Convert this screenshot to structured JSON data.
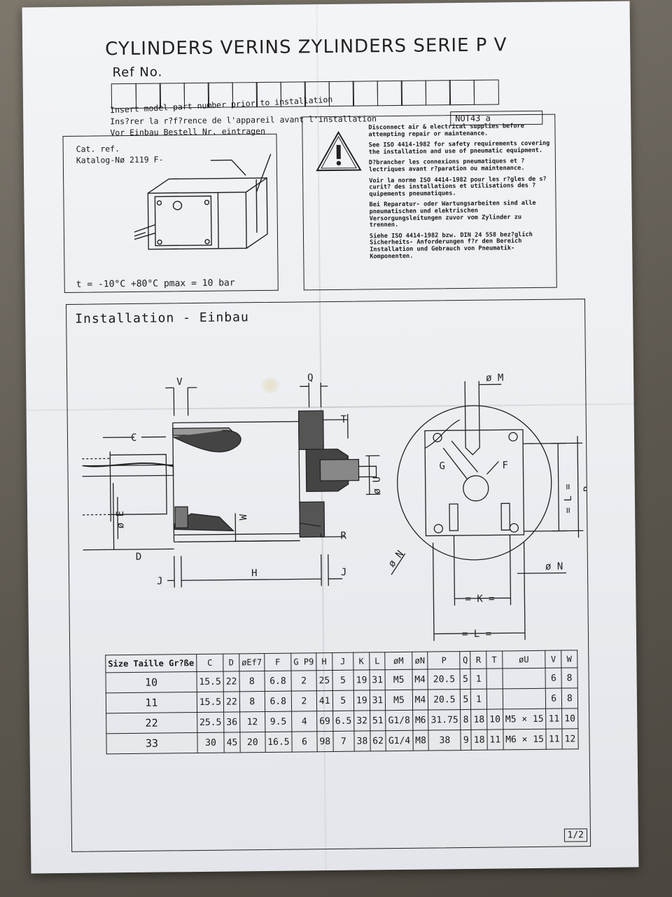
{
  "header": {
    "title": "CYLINDERS VERINS ZYLINDERS SERIE P V",
    "ref_no_label": "Ref No.",
    "ref_box_count": 16,
    "insert_lines": [
      "Insert model part number prior to installation",
      "Ins?rer la r?f?rence de l'appareil avant l'installation",
      "Vor Einbau Bestell Nr. eintragen"
    ],
    "doc_code": "NOT43 a"
  },
  "catalog": {
    "cat_ref": "Cat. ref.",
    "katalog": "Katalog-Nø 2119 F-",
    "conditions": "t = -10°C +80°C   pmax = 10 bar"
  },
  "warning": {
    "paragraphs": [
      "Disconnect air & electrical supplies before attempting repair or maintenance.",
      "See ISO 4414-1982 for safety requirements covering the installation and use of pneumatic equipment.",
      "D?brancher les connexions pneumatiques et ?lectriques avant r?paration ou maintenance.",
      "Voir la norme ISO 4414-1982 pour les r?gles de s?curit? des installations et utilisations des ?quipements pneumatiques.",
      "Bei Reparatur- oder Wartungsarbeiten sind alle pneumatischen und elektrischen Versorgungsleitungen zuvor vom Zylinder zu trennen.",
      "Siehe ISO 4414-1982 bzw. DIN 24 558 bez?glich Sicherheits- Anforderungen f?r den Bereich Installation und Gebrauch von Pneumatik-Komponenten."
    ]
  },
  "installation": {
    "title": "Installation - Einbau",
    "dim_labels": {
      "V": "V",
      "Q": "Q",
      "C": "C",
      "T": "T",
      "OU": "ø U",
      "OE": "ø E",
      "W": "W",
      "R": "R",
      "D": "D",
      "J1": "J",
      "H": "H",
      "J2": "J",
      "OM": "ø M",
      "G": "G",
      "F": "F",
      "L_vert": "= L =",
      "P": "P",
      "ON1": "ø N",
      "ON2": "ø N",
      "K": "= K =",
      "L_horiz": "= L ="
    }
  },
  "table": {
    "size_header": "Size Taille Gr?ße",
    "headers": [
      "C",
      "D",
      "øEf7",
      "F",
      "G P9",
      "H",
      "J",
      "K",
      "L",
      "øM",
      "øN",
      "P",
      "Q",
      "R",
      "T",
      "øU",
      "V",
      "W"
    ],
    "rows": [
      [
        "10",
        "15.5",
        "22",
        "8",
        "6.8",
        "2",
        "25",
        "5",
        "19",
        "31",
        "M5",
        "M4",
        "20.5",
        "5",
        "1",
        "",
        "",
        "6",
        "8"
      ],
      [
        "11",
        "15.5",
        "22",
        "8",
        "6.8",
        "2",
        "41",
        "5",
        "19",
        "31",
        "M5",
        "M4",
        "20.5",
        "5",
        "1",
        "",
        "",
        "6",
        "8"
      ],
      [
        "22",
        "25.5",
        "36",
        "12",
        "9.5",
        "4",
        "69",
        "6.5",
        "32",
        "51",
        "G1/8",
        "M6",
        "31.75",
        "8",
        "18",
        "10",
        "M5 × 15",
        "11",
        "10"
      ],
      [
        "33",
        "30",
        "45",
        "20",
        "16.5",
        "6",
        "98",
        "7",
        "38",
        "62",
        "G1/4",
        "M8",
        "38",
        "9",
        "18",
        "11",
        "M6 × 15",
        "11",
        "12"
      ]
    ]
  },
  "page_number": "1/2"
}
